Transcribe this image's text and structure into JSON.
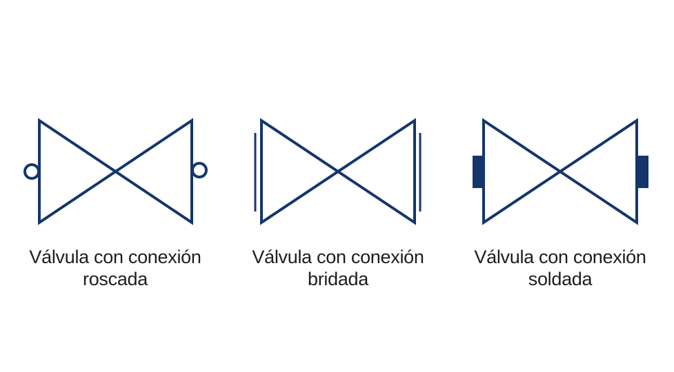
{
  "colors": {
    "navy": "#14366b",
    "text": "#1d1d1f",
    "background": "#ffffff"
  },
  "valves": [
    {
      "id": "roscada",
      "symbol": "bowtie-valve-with-circle-ends",
      "connection_type": "threaded",
      "label_line1": "Válvula con conexión",
      "label_line2": "roscada"
    },
    {
      "id": "bridada",
      "symbol": "bowtie-valve-with-flange-bars",
      "connection_type": "flanged",
      "label_line1": "Válvula con conexión",
      "label_line2": "bridada"
    },
    {
      "id": "soldada",
      "symbol": "bowtie-valve-with-solid-weld-blocks",
      "connection_type": "welded",
      "label_line1": "Válvula con conexión",
      "label_line2": "soldada"
    }
  ]
}
